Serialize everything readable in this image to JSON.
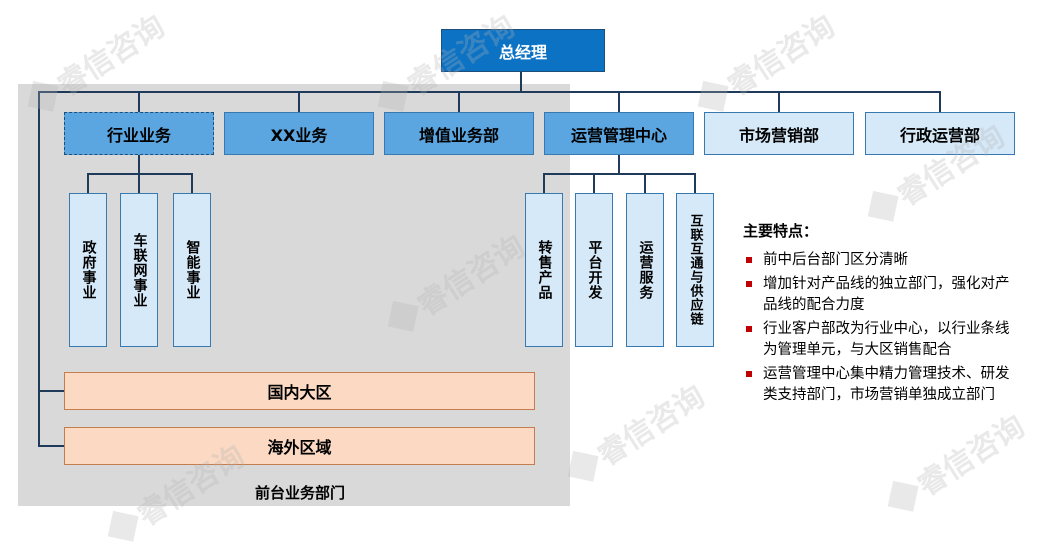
{
  "top": {
    "ceo": "总经理"
  },
  "departments": [
    "行业业务",
    "XX业务",
    "增值业务部",
    "运营管理中心",
    "市场营销部",
    "行政运营部"
  ],
  "industry_subunits": [
    "政府事业",
    "车联网事业",
    "智能事业"
  ],
  "ops_subunits": [
    "转售产品",
    "平台开发",
    "运营服务",
    "互联互通与供应链"
  ],
  "regions": [
    "国内大区",
    "海外区域"
  ],
  "front_label": "前台业务部门",
  "features": {
    "title": "主要特点：",
    "items": [
      "前中后台部门区分清晰",
      "增加针对产品线的独立部门，强化对产品线的配合力度",
      "行业客户部改为行业中心，以行业条线为管理单元，与大区销售配合",
      "运营管理中心集中精力管理技术、研发类支持部门，市场营销单独成立部门"
    ]
  },
  "watermark": "睿信咨询",
  "colors": {
    "dark_blue": "#0b72c4",
    "mid_blue": "#5ba6e0",
    "light_blue": "#d6e9f8",
    "region_fill": "#fbd9c3",
    "front_area": "#d9d9d9",
    "bullet": "#c00000"
  }
}
